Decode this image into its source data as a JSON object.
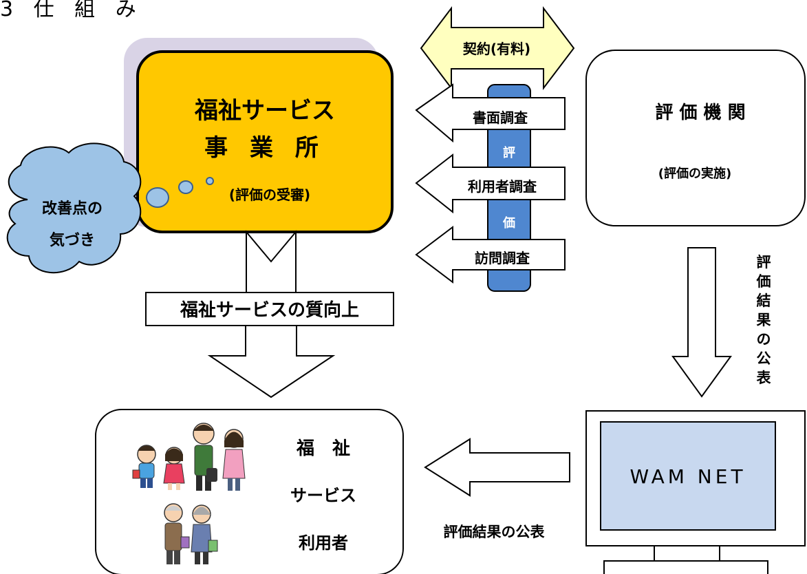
{
  "heading": "3 仕 組 み",
  "contract": "契約(有料)",
  "office": {
    "title_line1": "福祉サービス",
    "title_line2": "事 業 所",
    "sub": "(評価の受審)"
  },
  "agency": {
    "title": "評 価 機 関",
    "sub": "(評価の実施)"
  },
  "surveys": [
    "書面調査",
    "利用者調査",
    "訪問調査"
  ],
  "evaluation_bar": [
    "評",
    "価"
  ],
  "awareness": [
    "改善点の",
    "気づき"
  ],
  "quality_label": "福祉サービスの質向上",
  "users": [
    "福　祉",
    "サービス",
    "利用者"
  ],
  "publication_vertical": "評価結果の公表",
  "publication_bottom": "評価結果の公表",
  "wamnet": "WAM NET",
  "colors": {
    "office_fill": "#ffc800",
    "office_shadow": "#d9d3e6",
    "contract_fill": "#ffffbf",
    "eval_bar": "#4f87d0",
    "cloud": "#9dc3e6",
    "thought_bubble": "#9dc3e6",
    "monitor_screen": "#c8d8ef"
  }
}
